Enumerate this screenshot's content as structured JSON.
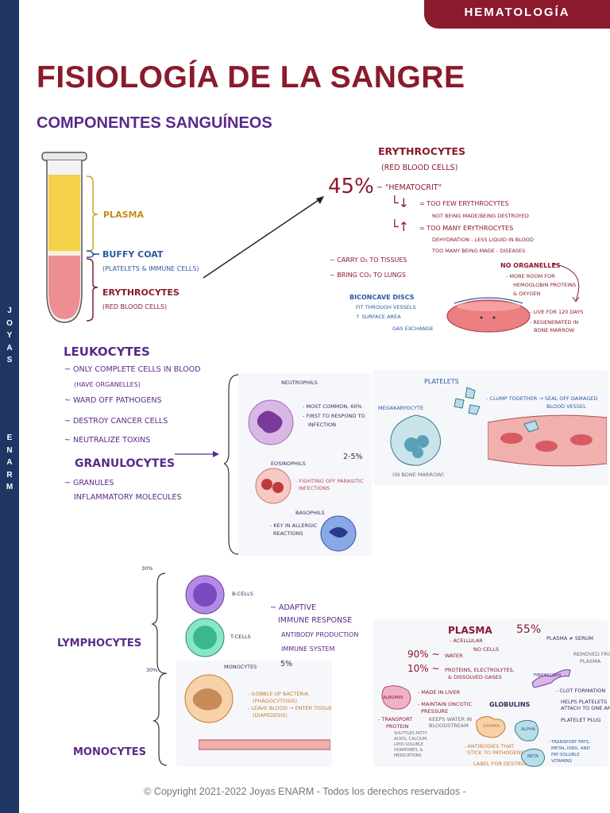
{
  "sidebar": {
    "letters_top": [
      "J",
      "O",
      "Y",
      "A",
      "S"
    ],
    "letters_bottom": [
      "E",
      "N",
      "A",
      "R",
      "M"
    ]
  },
  "header": {
    "tab": "HEMATOLOGÍA"
  },
  "title": "FISIOLOGÍA DE LA SANGRE",
  "subtitle": "COMPONENTES SANGUÍNEOS",
  "tube": {
    "plasma": "PLASMA",
    "buffy": "BUFFY COAT",
    "buffy_sub": "(PLATELETS & IMMUNE CELLS)",
    "ery": "ERYTHROCYTES",
    "ery_sub": "(RED BLOOD CELLS)"
  },
  "erythro": {
    "title": "ERYTHROCYTES",
    "sub": "(RED BLOOD CELLS)",
    "pct": "45%",
    "hematocrit": "~ \"HEMATOCRIT\"",
    "down": "= TOO FEW ERYTHROCYTES",
    "down_sub": "NOT BEING MADE/BEING DESTROYED",
    "up": "= TOO MANY ERYTHROCYTES",
    "up_sub1": "DEHYDRATION - LESS LIQUID IN BLOOD",
    "up_sub2": "TOO MANY BEING MADE - DISEASES",
    "carry": "~ CARRY  O₂ TO TISSUES",
    "bring": "~ BRING  CO₂ TO LUNGS",
    "no_org": "NO ORGANELLES",
    "no_org_sub1": "- MORE ROOM FOR",
    "no_org_sub2": "HEMOGLOBIN PROTEINS",
    "no_org_sub3": "& OXYGEN",
    "bicon": "BICONCAVE DISCS",
    "bicon_1": "FIT THROUGH VESSELS",
    "bicon_2": "↑ SURFACE AREA",
    "bicon_3": "GAS EXCHANGE",
    "live": "- LIVE FOR 120 DAYS",
    "regen1": "- REGENERATED IN",
    "regen2": "BONE MARROW"
  },
  "leuko": {
    "title": "LEUKOCYTES",
    "l1": "~ ONLY COMPLETE CELLS IN BLOOD",
    "l1b": "(HAVE ORGANELLES)",
    "l2": "~ WARD OFF PATHOGENS",
    "l3": "~ DESTROY CANCER CELLS",
    "l4": "~ NEUTRALIZE TOXINS",
    "gran": "GRANULOCYTES",
    "gran1": "~ GRANULES",
    "gran2": "INFLAMMATORY MOLECULES"
  },
  "granulocytes": {
    "neut": "NEUTROPHILS",
    "neut1": "- MOST COMMON, 60%",
    "neut2": "- FIRST TO RESPOND TO",
    "neut3": "INFECTION",
    "eos": "EOSINOPHILS",
    "eos_pct": "2-5%",
    "eos1": "- FIGHTING OFF PARASITIC",
    "eos2": "INFECTIONS",
    "baso": "BASOPHILS",
    "baso1": "- KEY IN ALLERGIC",
    "baso2": "REACTIONS"
  },
  "platelets": {
    "title": "PLATELETS",
    "mega": "MEGAKARYOCYTE",
    "marrow": "(IN BONE MARROW)",
    "clump1": "- CLUMP TOGETHER → SEAL OFF DAMAGED",
    "clump2": "BLOOD VESSEL"
  },
  "lympho": {
    "pct": "30%",
    "title": "LYMPHOCYTES",
    "b": "B-CELLS",
    "t": "T-CELLS",
    "adaptive": "~ ADAPTIVE",
    "adaptive2": "IMMUNE RESPONSE",
    "ab": "ANTIBODY PRODUCTION",
    "imm": "IMMUNE SYSTEM"
  },
  "mono": {
    "pct_left": "30%",
    "title": "MONOCYTES",
    "label": "MONOCYTES",
    "pct": "5%",
    "m1": "- GOBBLE UP BACTERIA",
    "m2": "(PHAGOCYTOSIS)",
    "m3": "- LEAVE BLOOD → ENTER TISSUE",
    "m4": "(DIAPEDESIS)"
  },
  "plasma": {
    "title": "PLASMA",
    "pct": "55%",
    "acell": "- ACELLULAR",
    "nocells": "NO CELLS",
    "p90": "90% ~",
    "water": "WATER",
    "p10": "10% ~",
    "prot1": "PROTEINS, ELECTROLYTES,",
    "prot2": "& DISSOLVED GASES",
    "serum": "PLASMA ≠ SERUM",
    "serum1": "REMOVED FROM",
    "serum2": "PLASMA",
    "albumin": "ALBUMIN",
    "liver": "- MADE IN LIVER",
    "onc1": "- MAINTAIN ONCOTIC",
    "onc2": "PRESSURE",
    "water1": "KEEPS WATER IN",
    "water2": "BLOODSTREAM",
    "transport": "- TRANSPORT",
    "protein": "PROTEIN",
    "shuttles": "SHUTTLES FATTY",
    "shuttles2": "ACIDS, CALCIUM,",
    "shuttles3": "LIPID-SOLUBLE",
    "shuttles4": "HORMONES, &",
    "shuttles5": "MEDICATIONS",
    "globulins": "GLOBULINS",
    "gamma": "GAMMA",
    "alpha": "ALPHA",
    "beta": "BETA",
    "fibrinogen": "FIBRINOGEN",
    "clot": "- CLOT FORMATION",
    "clot2": "HELPS PLATELETS",
    "clot3": "ATTACH TO ONE ANOTHER",
    "clot4": "PLATELET PLUG",
    "ab1": "- ANTIBODIES THAT",
    "ab2": "STICK TO PATHOGENS",
    "ab3": "LABEL FOR DESTRUCTION",
    "tr1": "- TRANSPORT FATS,",
    "tr2": "METAL IONS, AND",
    "tr3": "FAT-SOLUBLE",
    "tr4": "VITAMINS"
  },
  "footer": "© Copyright 2021-2022 Joyas ENARM  - Todos los derechos reservados  -"
}
